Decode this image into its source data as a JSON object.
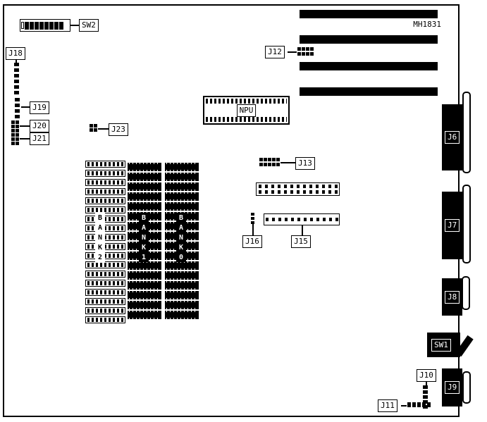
{
  "board": {
    "part_number": "MH1831",
    "labels": {
      "sw2": "SW2",
      "j12": "J12",
      "j18": "J18",
      "j19": "J19",
      "j20": "J20",
      "j21": "J21",
      "j23": "J23",
      "npu": "NPU",
      "j13": "J13",
      "j15": "J15",
      "j16": "J16",
      "bank0": "BANK0",
      "bank1": "BANK1",
      "bank2": "BANK2",
      "j6": "J6",
      "j7": "J7",
      "j8": "J8",
      "j9": "J9",
      "j10": "J10",
      "j11": "J11",
      "sw1": "SW1"
    }
  }
}
